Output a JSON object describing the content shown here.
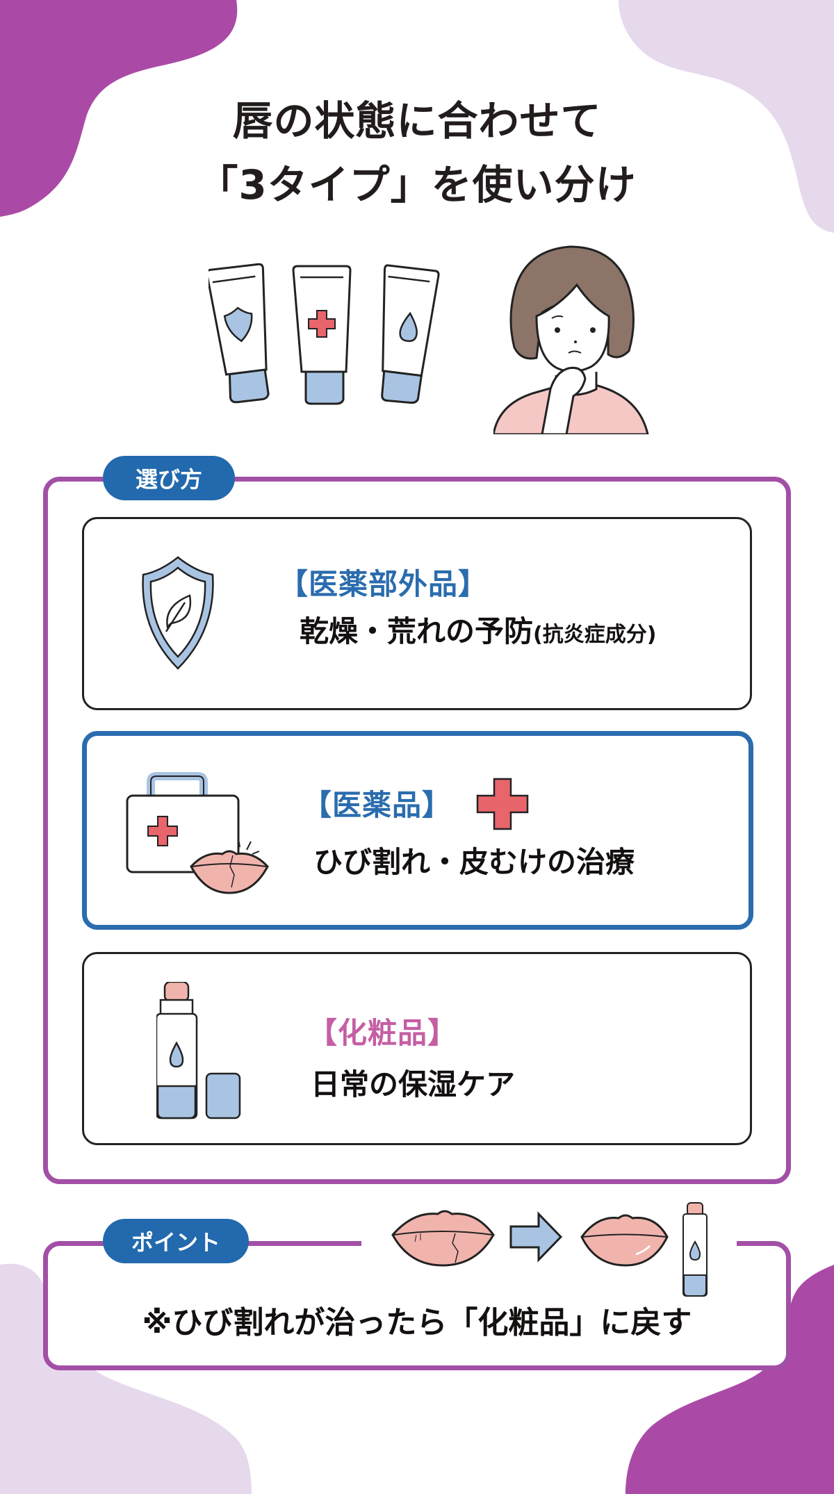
{
  "title": {
    "line1": "唇の状態に合わせて",
    "line2": "「3タイプ」を使い分け"
  },
  "hero": {
    "products": [
      {
        "icon": "shield-icon",
        "label": "医薬部外品チューブ"
      },
      {
        "icon": "medical-cross-icon",
        "label": "医薬品チューブ"
      },
      {
        "icon": "water-drop-icon",
        "label": "化粧品チューブ"
      }
    ],
    "person": "thinking-woman"
  },
  "guide": {
    "tab_label": "選び方",
    "cards": [
      {
        "category": "【医薬部外品】",
        "description": "乾燥・荒れの予防",
        "note": "(抗炎症成分)",
        "icon": "shield-leaf-icon",
        "category_color": "#2a6cae",
        "highlighted": false
      },
      {
        "category": "【医薬品】",
        "description": "ひび割れ・皮むけの治療",
        "note": "",
        "icon": "first-aid-kit-icon",
        "category_color": "#2a6cae",
        "highlighted": true
      },
      {
        "category": "【化粧品】",
        "description": "日常の保湿ケア",
        "note": "",
        "icon": "lip-balm-icon",
        "category_color": "#c45fa4",
        "highlighted": false
      }
    ]
  },
  "point": {
    "tab_label": "ポイント",
    "text": "※ひび割れが治ったら「化粧品」に戻す",
    "flow": [
      "cracked-lips-icon",
      "arrow-right-icon",
      "healthy-lips-icon",
      "lip-balm-icon"
    ]
  },
  "colors": {
    "purple": "#a24fa6",
    "light_purple": "#e6d9ec",
    "tab_blue": "#2269ad",
    "highlight_blue": "#2a6cae",
    "pink_text": "#c45fa4",
    "icon_blue": "#a9c4e3",
    "cross_red": "#e8656b",
    "lip_pink": "#f1b4ad"
  }
}
